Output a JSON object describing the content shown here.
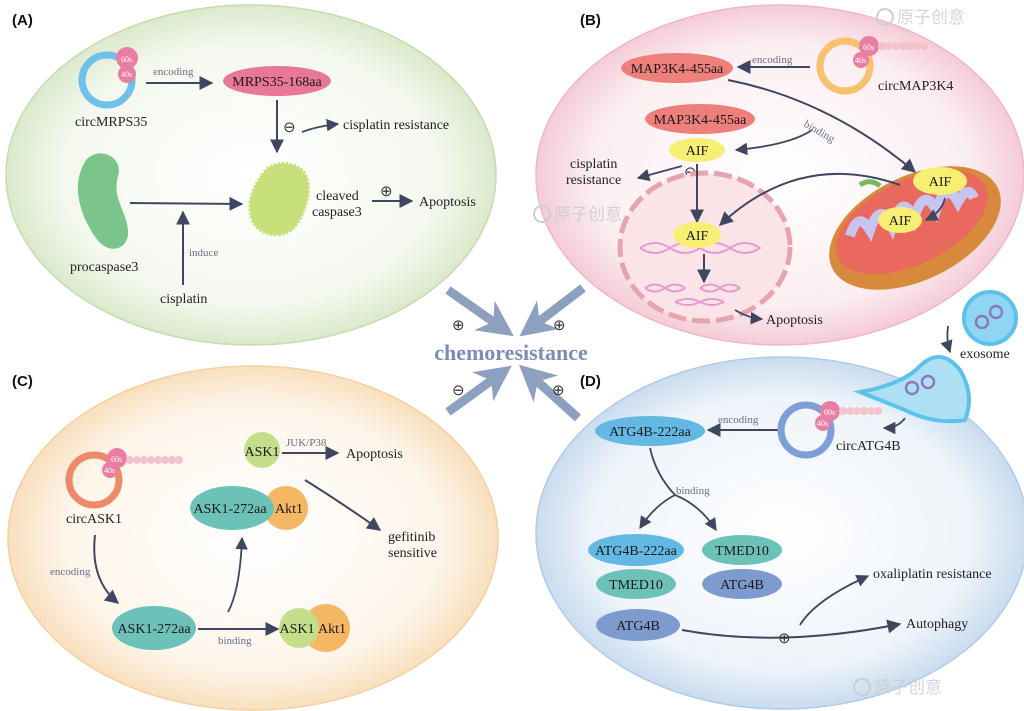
{
  "panels": {
    "A": {
      "label": "(A)",
      "circ": "circMRPS35",
      "ribo_top": "60s",
      "ribo_bot": "40s",
      "encoding": "encoding",
      "peptide": "MRPS35-168aa",
      "minus": "⊖",
      "resistance": "cisplatin resistance",
      "procaspase": "procaspase3",
      "cleaved1": "cleaved",
      "cleaved2": "caspase3",
      "plus": "⊕",
      "apoptosis": "Apoptosis",
      "induce": "induce",
      "cisplatin": "cisplatin"
    },
    "B": {
      "label": "(B)",
      "peptide1": "MAP3K4-455aa",
      "encoding": "encoding",
      "circ": "circMAP3K4",
      "ribo_top": "60s",
      "ribo_bot": "40s",
      "binding": "binding",
      "peptide2": "MAP3K4-455aa",
      "aif1": "AIF",
      "resistance1": "cisplatin",
      "resistance2": "resistance",
      "minus": "⊖",
      "aif_nucleus": "AIF",
      "aif_mito1": "AIF",
      "aif_mito2": "AIF",
      "apoptosis": "Apoptosis"
    },
    "C": {
      "label": "(C)",
      "circ": "circASK1",
      "ribo_top": "60s",
      "ribo_bot": "40s",
      "encoding": "encoding",
      "ask1": "ASK1",
      "juk": "JUK/P38",
      "apoptosis": "Apoptosis",
      "complex_left": "ASK1-272aa",
      "complex_right": "Akt1",
      "gef1": "gefitinib",
      "gef2": "sensitive",
      "peptide": "ASK1-272aa",
      "binding": "binding",
      "complex2_left": "ASK1",
      "complex2_right": "Akt1"
    },
    "D": {
      "label": "(D)",
      "exosome": "exosome",
      "peptide": "ATG4B-222aa",
      "encoding": "encoding",
      "circ": "circATG4B",
      "ribo_top": "60s",
      "ribo_bot": "40s",
      "binding": "binding",
      "p_a": "ATG4B-222aa",
      "p_b": "TMED10",
      "p_c": "TMED10",
      "p_d": "ATG4B",
      "p_e": "ATG4B",
      "oxali": "oxaliplatin resistance",
      "autophagy": "Autophagy",
      "plus": "⊕"
    }
  },
  "center": {
    "title": "chemoresistance",
    "sign_tl": "⊕",
    "sign_tr": "⊕",
    "sign_bl": "⊖",
    "sign_br": "⊕"
  },
  "watermarks": [
    "原子创意",
    "原子创意",
    "原子创意"
  ],
  "colors": {
    "green_bg": "#e8f1df",
    "pink_bg": "#f8dde3",
    "orange_bg": "#fcebd6",
    "blue_bg": "#dbe7f3",
    "pink_pill": "#e8779a",
    "salmon_pill": "#ee7f7b",
    "yellow_aif": "#f7ef74",
    "teal_pill": "#6cc2b8",
    "blue_pill": "#63b9e4",
    "navy_pill": "#7e9bd0",
    "lime": "#c4df8c",
    "orange_akt": "#f6b765",
    "arrow": "#4a536b"
  }
}
